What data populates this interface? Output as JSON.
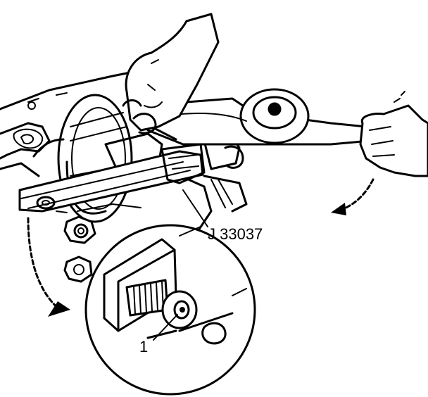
{
  "labels": {
    "tool": "J 33037",
    "callout_1": "1"
  },
  "colors": {
    "ink": "#000000",
    "paper": "#ffffff"
  },
  "icons": {
    "arrow_left": "curved-arrow-down-left",
    "arrow_right": "curved-arrow-down-right"
  }
}
